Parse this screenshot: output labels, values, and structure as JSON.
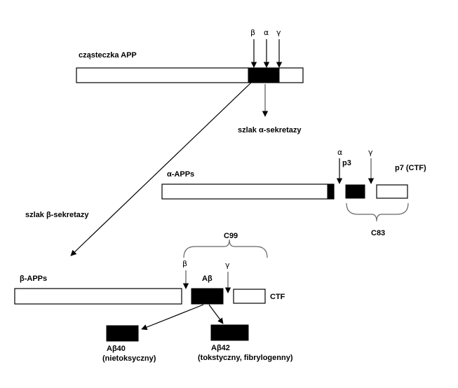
{
  "labels": {
    "app_molecule": "cząsteczka APP",
    "alpha_pathway": "szlak α-sekretazy",
    "beta_pathway": "szlak β-sekretazy",
    "alpha_apps": "α-APPs",
    "beta_apps": "β-APPs",
    "p3": "p3",
    "p7_ctf": "p7  (CTF)",
    "c83": "C83",
    "c99": "C99",
    "abeta": "Aβ",
    "ctf": "CTF",
    "abeta40": "Aβ40",
    "abeta40_note": "(nietoksyczny)",
    "abeta42": "Aβ42",
    "abeta42_note": "(tokstyczny, fibrylogenny)"
  },
  "sites": {
    "beta": "β",
    "alpha": "α",
    "gamma": "γ"
  },
  "colors": {
    "stroke": "#000000",
    "fill_dark": "#000000",
    "fill_light": "#ffffff",
    "brace": "#666666"
  }
}
